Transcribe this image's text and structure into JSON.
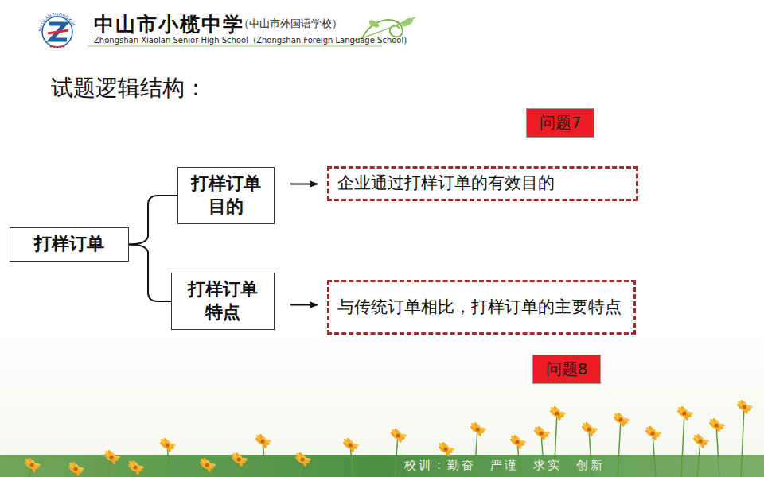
{
  "diagram": {
    "title": "试题逻辑结构：",
    "nodes": [
      {
        "text": [
          "打样订单"
        ]
      },
      {
        "text": [
          "打样订单目的"
        ]
      },
      {
        "text": [
          "企业通过打样订单的有效目的"
        ]
      },
      {
        "text": [
          "打样订单特点"
        ]
      },
      {
        "text": [
          "与传统订单相比，打样订单的主要特点"
        ]
      },
      {
        "text": [
          "问题7"
        ]
      },
      {
        "text": [
          "问题8"
        ]
      }
    ],
    "edges": [
      {
        "from": 0,
        "to": 1,
        "arrow": "none"
      },
      {
        "from": 0,
        "to": 3,
        "arrow": "none"
      },
      {
        "from": 1,
        "to": 2,
        "arrow": "to"
      },
      {
        "from": 3,
        "to": 4,
        "arrow": "to"
      }
    ],
    "labels": [
      "中山市小榄中学",
      "（中山市外国语学校）",
      "Zhongshan Xiaolan Senior High School  (Zhongshan Foreign Language School)",
      "XIAOLANZHONGXUE",
      "校训：勤奋　严谨　求实　创新"
    ]
  }
}
